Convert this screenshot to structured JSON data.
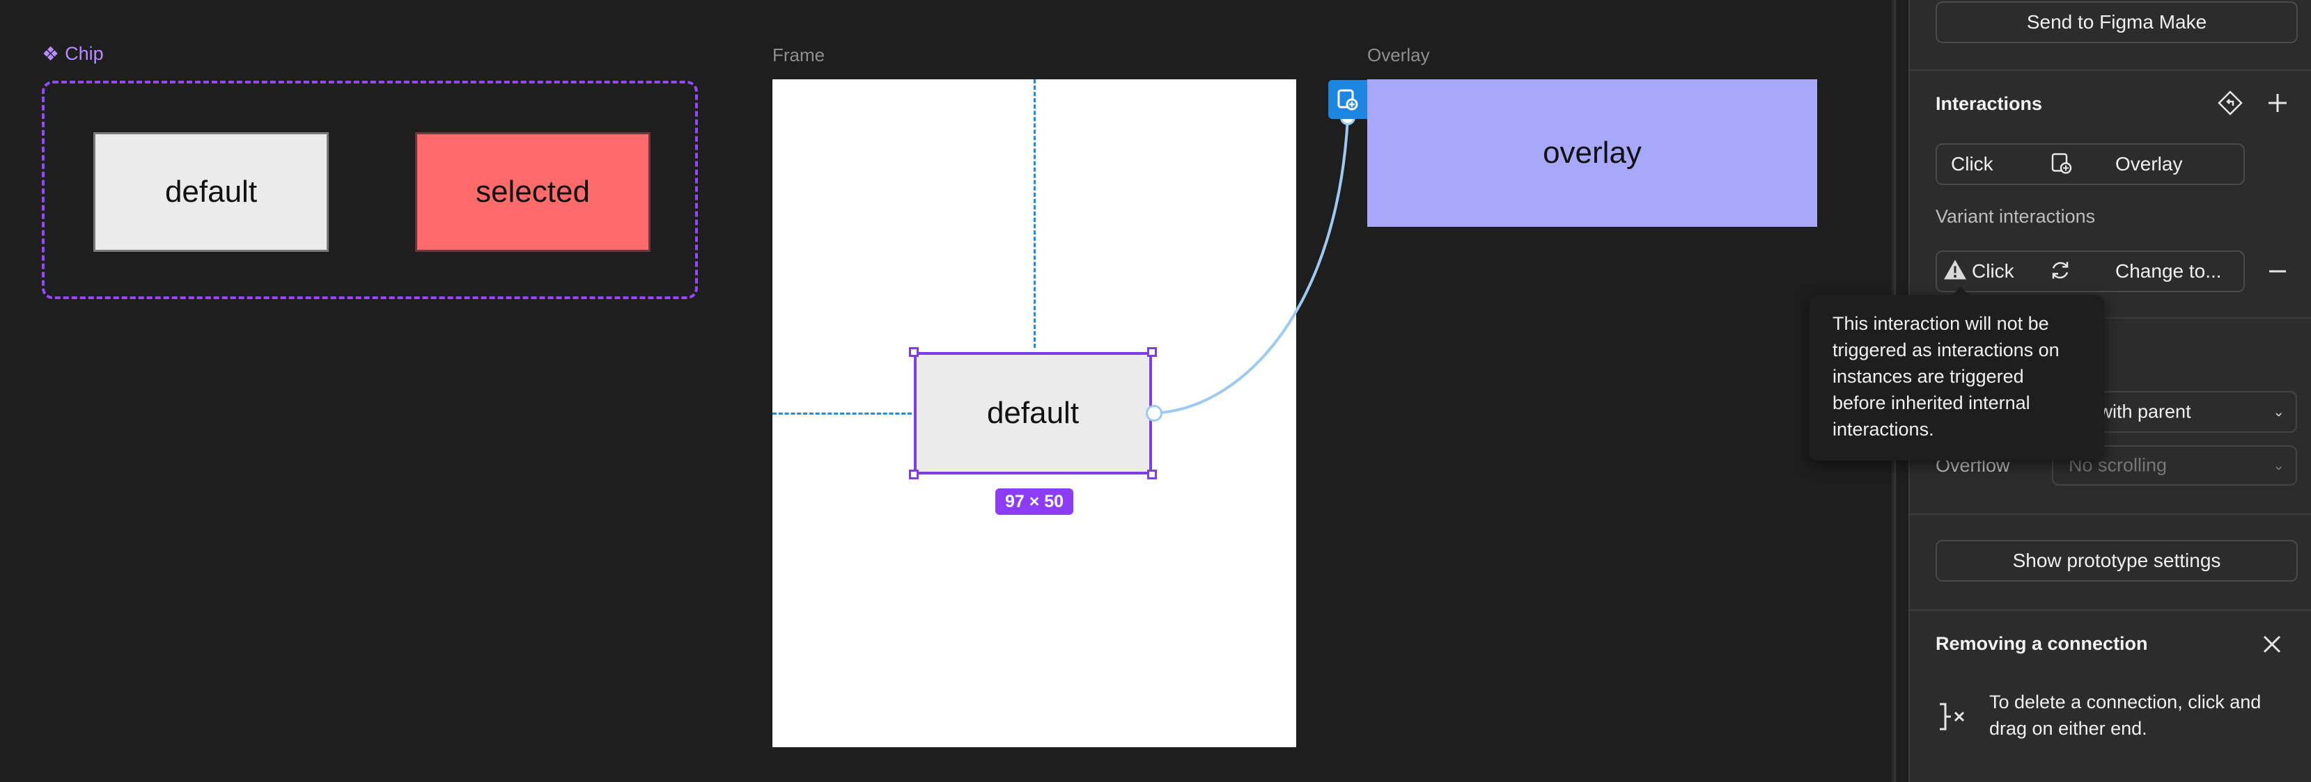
{
  "canvas": {
    "component_label": "Chip",
    "component_icon": "component-diamond-icon",
    "variants": [
      "default",
      "selected"
    ],
    "frame_label": "Frame",
    "overlay_label": "Overlay",
    "instance_text": "default",
    "overlay_text": "overlay",
    "size_badge": "97 × 50"
  },
  "panel": {
    "send_button": "Send to Figma Make",
    "interactions": {
      "title": "Interactions",
      "row": {
        "trigger": "Click",
        "action": "Overlay"
      }
    },
    "variant_interactions": {
      "title": "Variant interactions",
      "row": {
        "trigger": "Click",
        "action": "Change to..."
      }
    },
    "tooltip": "This interaction will not be triggered as interactions on instances are triggered before inherited internal interactions.",
    "scroll_select": "roll with parent",
    "overflow": {
      "label": "Overflow",
      "value": "No scrolling"
    },
    "prototype_settings_button": "Show prototype settings",
    "removing": {
      "title": "Removing a connection",
      "text": "To delete a connection, click and drag on either end."
    }
  },
  "colors": {
    "canvas_bg": "#1e1e1e",
    "component_purple": "#9747ff",
    "selected_variant": "#ff6b6b",
    "overlay_fill": "#a8a8fb",
    "connection_blue": "#1d86e0",
    "panel_bg": "#2c2c2c"
  }
}
